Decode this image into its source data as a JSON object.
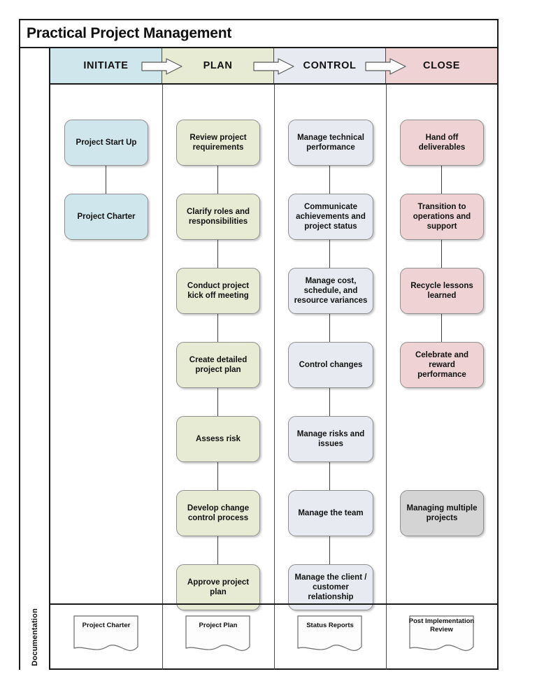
{
  "title": "Practical Project Management",
  "gutter": {
    "documentation_label": "Documentation"
  },
  "colors": {
    "initiate": "#cfe6ec",
    "plan": "#e8ebd4",
    "control": "#e7eaf1",
    "close": "#eed2d4",
    "extra": "#d4d4d4",
    "border": "#8f8f8f",
    "frame": "#1a1a1a",
    "connector": "#3d3d3d"
  },
  "phases": [
    {
      "key": "initiate",
      "label": "INITIATE",
      "header_bg": "#cfe6ec",
      "box_bg": "#cfe6ec",
      "tasks": [
        "Project Start Up",
        "Project Charter"
      ],
      "document": "Project Charter"
    },
    {
      "key": "plan",
      "label": "PLAN",
      "header_bg": "#e8ebd4",
      "box_bg": "#e8ebd4",
      "tasks": [
        "Review project requirements",
        "Clarify roles and responsibilities",
        "Conduct project kick off meeting",
        "Create detailed project plan",
        "Assess risk",
        "Develop change control process",
        "Approve project plan"
      ],
      "document": "Project Plan"
    },
    {
      "key": "control",
      "label": "CONTROL",
      "header_bg": "#e7eaf1",
      "box_bg": "#e7eaf1",
      "tasks": [
        "Manage technical performance",
        "Communicate achievements and project status",
        "Manage cost, schedule, and resource variances",
        "Control changes",
        "Manage risks and issues",
        "Manage the team",
        "Manage the client / customer relationship"
      ],
      "document": "Status Reports"
    },
    {
      "key": "close",
      "label": "CLOSE",
      "header_bg": "#eed2d4",
      "box_bg": "#eed2d4",
      "tasks": [
        "Hand off deliverables",
        "Transition to operations and support",
        "Recycle lessons learned",
        "Celebrate and reward performance"
      ],
      "extra_task": "Managing multiple projects",
      "document": "Post Implementation Review"
    }
  ],
  "arrows": [
    {
      "name": "arrow-initiate-to-plan"
    },
    {
      "name": "arrow-plan-to-control"
    },
    {
      "name": "arrow-control-to-close"
    }
  ]
}
